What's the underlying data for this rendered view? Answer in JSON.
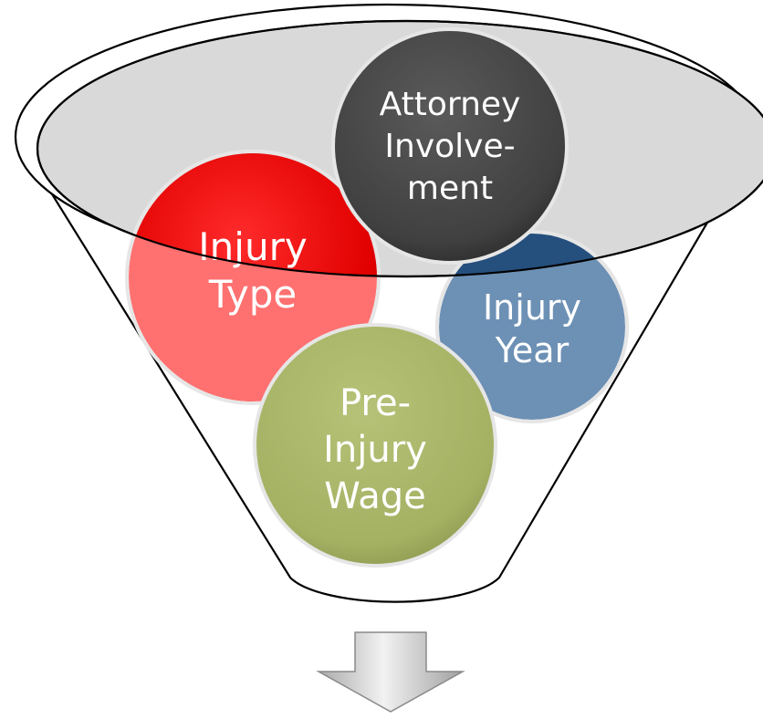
{
  "diagram": {
    "type": "funnel",
    "circles": {
      "attorney": {
        "lines": [
          "Attorney",
          "Involve-",
          "ment"
        ],
        "fill": "#4a4a4a"
      },
      "injury_type": {
        "lines": [
          "Injury",
          "Type"
        ],
        "fill": "#ff1a1a"
      },
      "injury_year": {
        "lines": [
          "Injury",
          "Year"
        ],
        "fill": "#5b7fa3"
      },
      "pre_injury_wage": {
        "lines": [
          "Pre-",
          "Injury",
          "Wage"
        ],
        "fill": "#a9b56a"
      }
    },
    "colors": {
      "funnel_stroke": "#000000",
      "funnel_rim_fill": "#d8d8d8",
      "arrow_fill": "#c8c8c8",
      "text": "#ffffff"
    }
  }
}
